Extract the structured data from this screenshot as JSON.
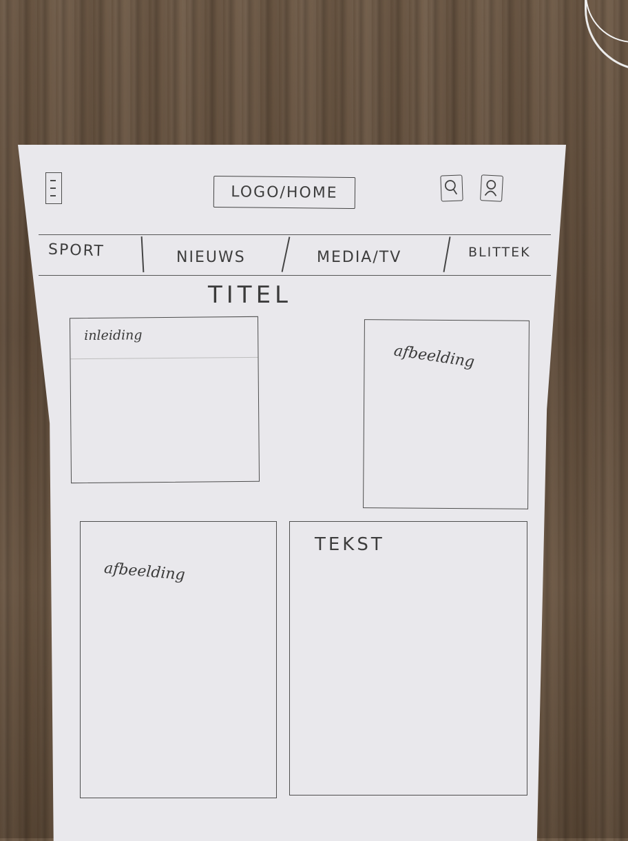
{
  "header": {
    "logo_label": "LOGO/HOME",
    "menu_icon": "hamburger-menu-icon",
    "search_icon": "search-icon",
    "account_icon": "user-icon"
  },
  "nav": {
    "items": [
      {
        "label": "SPORT"
      },
      {
        "label": "NIEUWS"
      },
      {
        "label": "MEDIA/TV"
      },
      {
        "label": "BLITTEK"
      }
    ]
  },
  "main": {
    "title": "TITEL",
    "intro_label": "inleiding",
    "image_top_label": "afbeelding",
    "image_bottom_label": "afbeelding",
    "text_label": "TEKST"
  },
  "colors": {
    "paper": "#e9e8ec",
    "pencil": "#444444",
    "wood": "#6b5744"
  }
}
